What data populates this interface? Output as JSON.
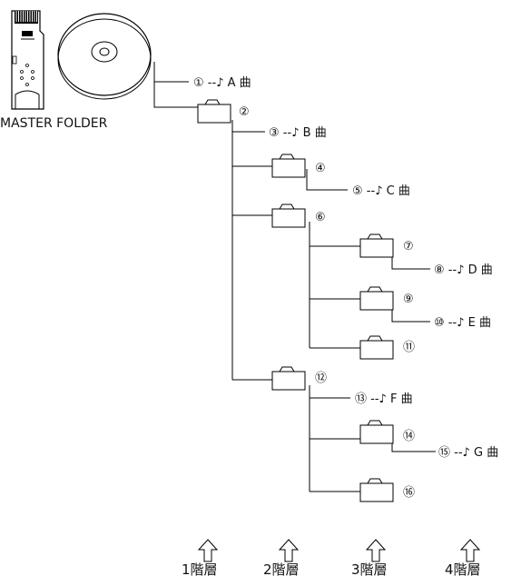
{
  "root_label": "MASTER FOLDER",
  "tracks": [
    {
      "num": "①",
      "letter": "A"
    },
    {
      "num": "③",
      "letter": "B"
    },
    {
      "num": "⑤",
      "letter": "C"
    },
    {
      "num": "⑧",
      "letter": "D"
    },
    {
      "num": "⑩",
      "letter": "E"
    },
    {
      "num": "⑬",
      "letter": "F"
    },
    {
      "num": "⑮",
      "letter": "G"
    }
  ],
  "track_connector": "--",
  "note_symbol": "♪",
  "track_suffix": "曲",
  "folders": [
    "②",
    "④",
    "⑥",
    "⑦",
    "⑨",
    "⑪",
    "⑫",
    "⑭",
    "⑯"
  ],
  "levels": [
    "1階層",
    "2階層",
    "3階層",
    "4階層"
  ]
}
